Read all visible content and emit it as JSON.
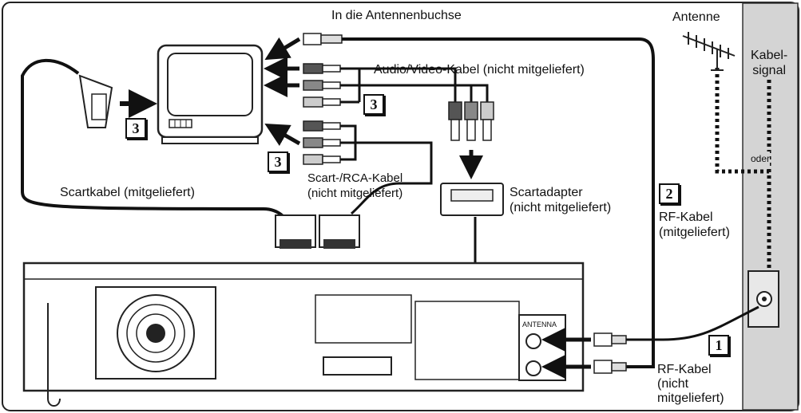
{
  "labels": {
    "antenna_socket": "In die Antennenbuchse",
    "antenna": "Antenne",
    "cable_signal": "Kabel-\nsignal",
    "av_cable": "Audio/Video-Kabel (nicht mitgeliefert)",
    "scart_rca_cable": "Scart-/RCA-Kabel\n(nicht mitgeliefert)",
    "scart_cable": "Scartkabel (mitgeliefert)",
    "scart_adapter": "Scartadapter\n(nicht mitgeliefert)",
    "rf_cable_included": "RF-Kabel\n(mitgeliefert)",
    "rf_cable_not_included": "RF-Kabel\n(nicht\nmitgeliefert)",
    "or": "oder",
    "antenna_port": "ANTENNA"
  },
  "steps": {
    "one": "1",
    "two": "2",
    "three": "3"
  }
}
